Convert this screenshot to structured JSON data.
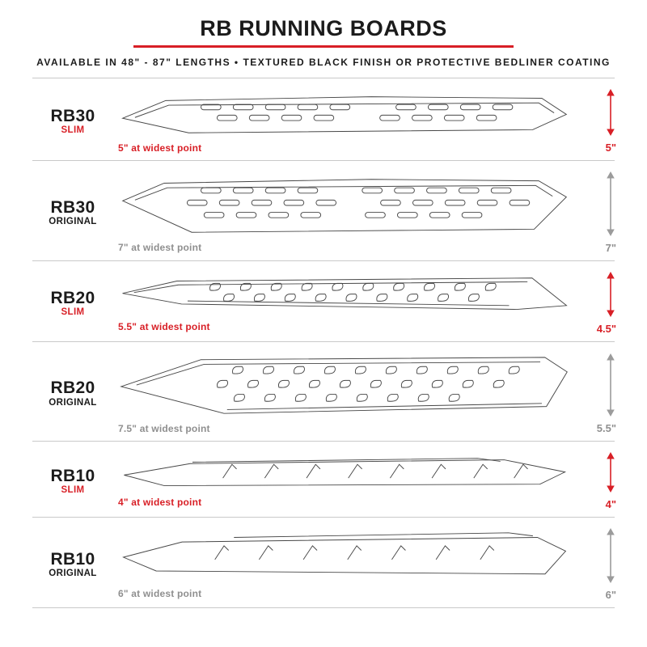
{
  "header": {
    "title": "RB RUNNING BOARDS",
    "subtitle": "AVAILABLE IN 48\" - 87\" LENGTHS   •   TEXTURED BLACK FINISH OR PROTECTIVE BEDLINER COATING"
  },
  "colors": {
    "accent_red": "#d81f26",
    "muted_gray": "#8f8f8f",
    "divider_gray": "#c9c9c9",
    "drawing_stroke": "#474747",
    "ink": "#1b1b1b"
  },
  "rows": [
    {
      "model": "RB30",
      "variant": "SLIM",
      "width_label": "5\" at widest point",
      "height_label": "5\""
    },
    {
      "model": "RB30",
      "variant": "ORIGINAL",
      "width_label": "7\" at widest point",
      "height_label": "7\""
    },
    {
      "model": "RB20",
      "variant": "SLIM",
      "width_label": "5.5\" at widest point",
      "height_label": "4.5\""
    },
    {
      "model": "RB20",
      "variant": "ORIGINAL",
      "width_label": "7.5\" at widest point",
      "height_label": "5.5\""
    },
    {
      "model": "RB10",
      "variant": "SLIM",
      "width_label": "4\" at widest point",
      "height_label": "4\""
    },
    {
      "model": "RB10",
      "variant": "ORIGINAL",
      "width_label": "6\" at widest point",
      "height_label": "6\""
    }
  ]
}
